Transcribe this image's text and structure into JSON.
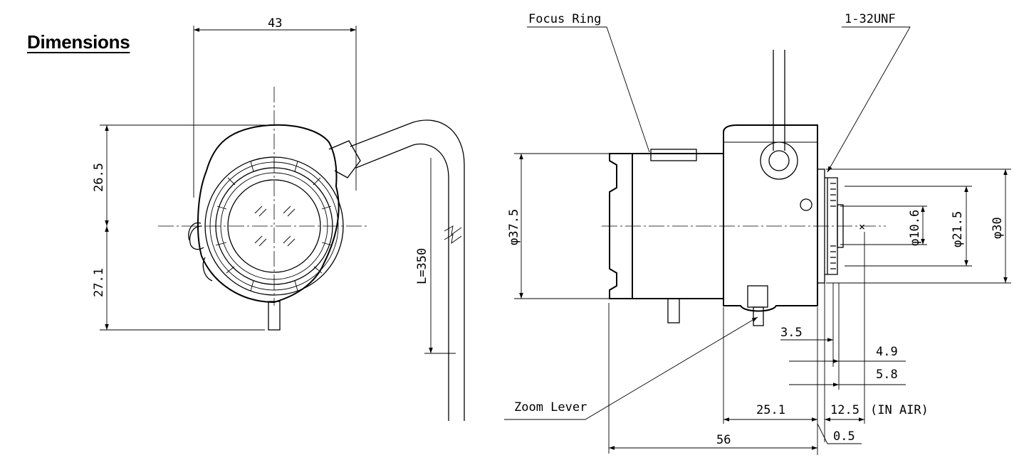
{
  "heading": "Dimensions",
  "callouts": {
    "focus_ring": "Focus Ring",
    "mount_thread": "1-32UNF",
    "zoom_lever": "Zoom Lever"
  },
  "front_view": {
    "width": "43",
    "height_upper": "26.5",
    "height_lower": "27.1",
    "cable_length": "L=350"
  },
  "side_view": {
    "focus_ring_diameter": "φ37.5",
    "inner_diameter": "φ10.6",
    "rear_diameter": "φ21.5",
    "mount_diameter": "φ30",
    "flange_offset_1": "3.5",
    "flange_offset_2": "4.9",
    "flange_offset_3": "5.8",
    "body_length": "25.1",
    "back_focus": "12.5",
    "back_focus_note": "(IN AIR)",
    "flange_gap": "0.5",
    "overall_length": "56"
  }
}
